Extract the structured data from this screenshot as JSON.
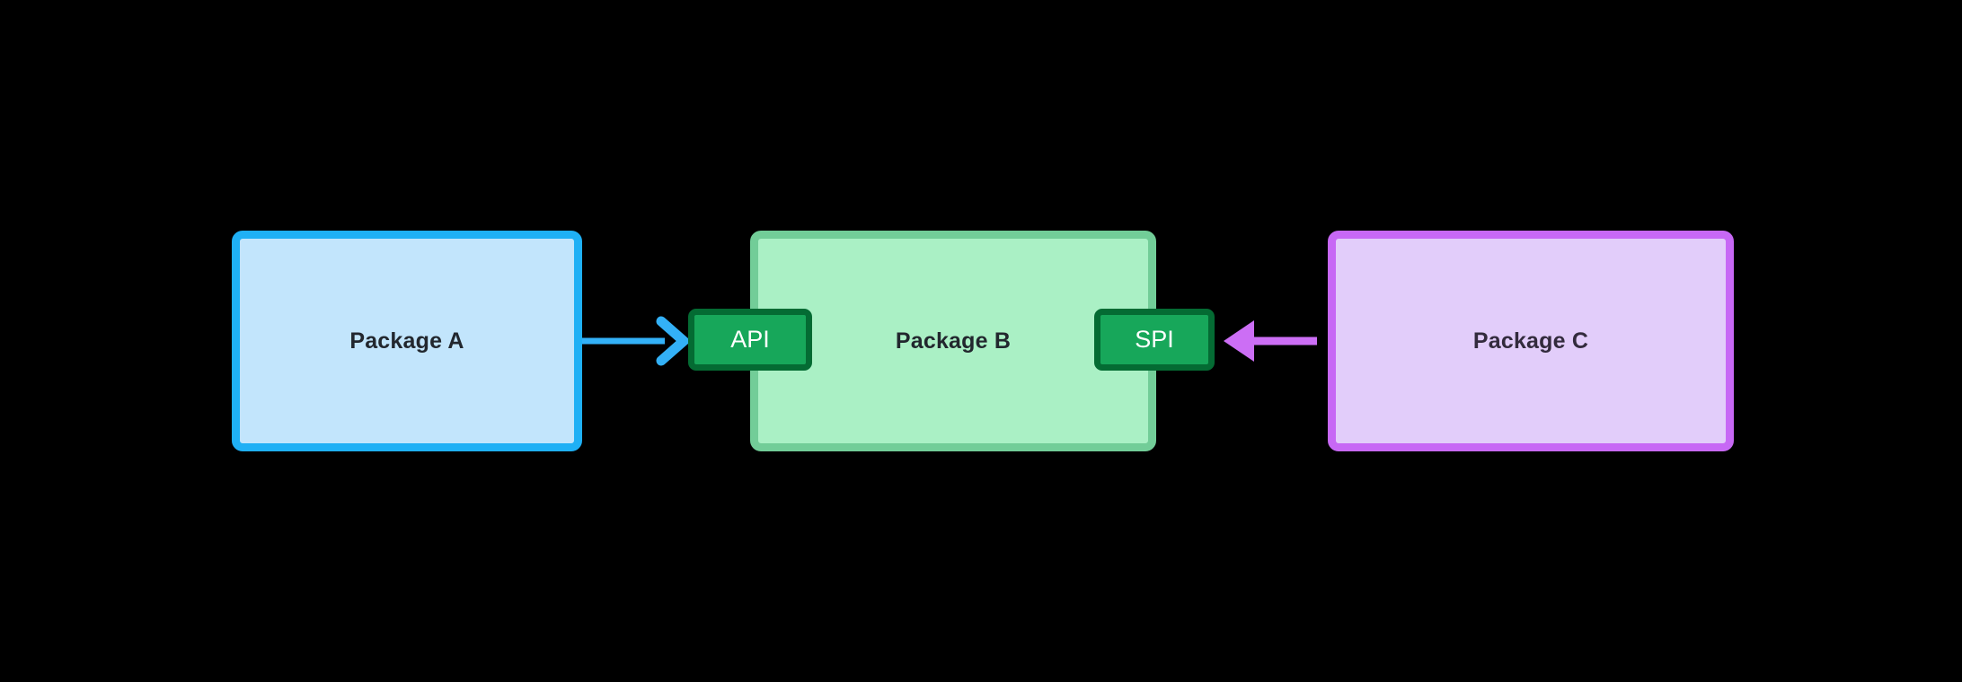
{
  "diagram": {
    "type": "package-dependency-diagram",
    "background_color": "#000000",
    "nodes": [
      {
        "id": "package-a",
        "label": "Package A",
        "fill_color": "#c2e5fc",
        "border_color": "#1fb0f5",
        "text_color": "#22272e"
      },
      {
        "id": "package-b",
        "label": "Package B",
        "fill_color": "#aaf0c5",
        "border_color": "#72cd98",
        "text_color": "#22272e"
      },
      {
        "id": "package-c",
        "label": "Package C",
        "fill_color": "#e2cdfa",
        "border_color": "#c768f5",
        "text_color": "#332b3d"
      }
    ],
    "interfaces": [
      {
        "id": "badge-api",
        "label": "API",
        "attached_to": "package-b",
        "edge_side": "left",
        "fill_color": "#17a75a",
        "border_color": "#046b33",
        "text_color": "#ffffff"
      },
      {
        "id": "badge-spi",
        "label": "SPI",
        "attached_to": "package-b",
        "edge_side": "right",
        "fill_color": "#17a75a",
        "border_color": "#046b33",
        "text_color": "#ffffff"
      }
    ],
    "edges": [
      {
        "id": "edge-a-to-api",
        "from": "package-a",
        "to": "badge-api",
        "direction": "right",
        "color": "#33b1f7",
        "arrowhead": "open-chevron",
        "label": ""
      },
      {
        "id": "edge-c-to-spi",
        "from": "package-c",
        "to": "badge-spi",
        "direction": "left",
        "color": "#cc6ef5",
        "arrowhead": "filled-triangle",
        "label": ""
      }
    ]
  }
}
